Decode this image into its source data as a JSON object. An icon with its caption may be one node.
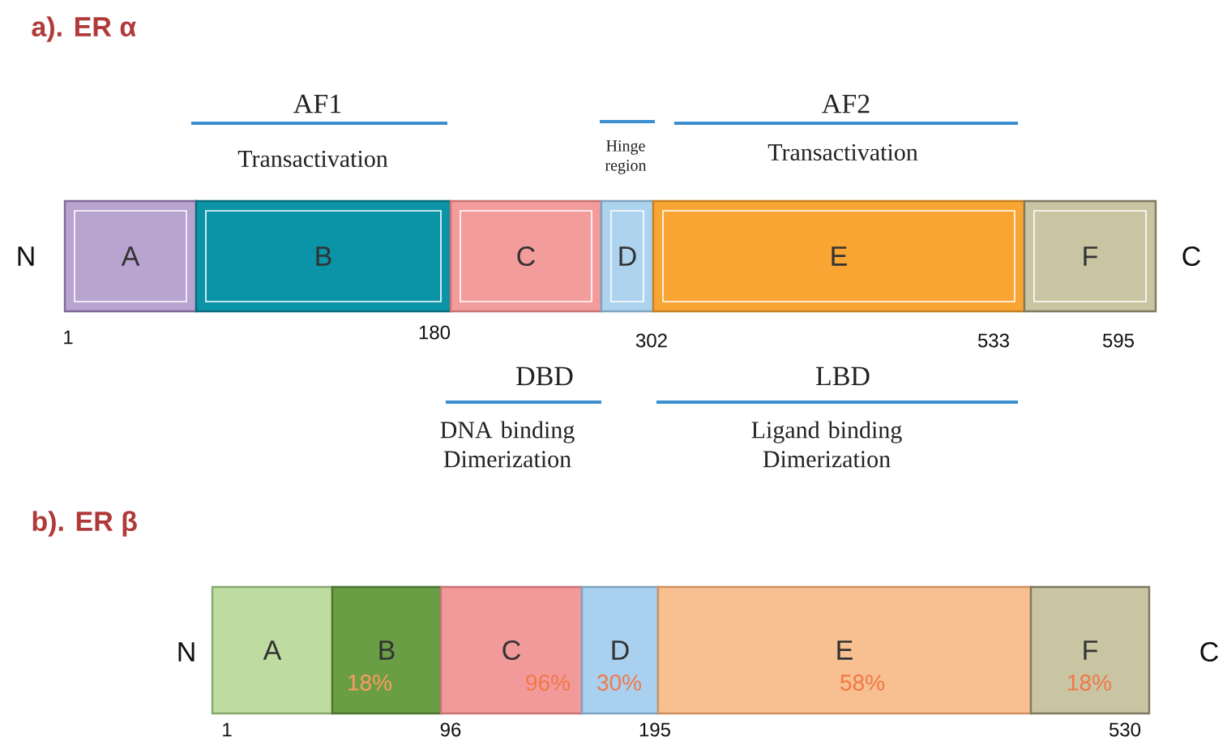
{
  "diagram": {
    "nodes": [
      {
        "text": [
          "A"
        ]
      },
      {
        "text": [
          "B"
        ]
      },
      {
        "text": [
          "C"
        ]
      },
      {
        "text": [
          "D"
        ]
      },
      {
        "text": [
          "E"
        ]
      },
      {
        "text": [
          "F"
        ]
      },
      {
        "text": [
          "A"
        ]
      },
      {
        "text": [
          "B"
        ]
      },
      {
        "text": [
          "C"
        ]
      },
      {
        "text": [
          "D"
        ]
      },
      {
        "text": [
          "E"
        ]
      },
      {
        "text": [
          "F"
        ]
      }
    ],
    "labels": [
      "a). ER α",
      "AF1",
      "AF2",
      "Transactivation",
      "Hinge region",
      "Transactivation",
      "N",
      "C",
      "1",
      "180",
      "302",
      "533",
      "595",
      "DBD",
      "LBD",
      "DNA binding Dimerization",
      "Ligand binding Dimerization",
      "b). ER β",
      "N",
      "C",
      "18%",
      "96%",
      "30%",
      "58%",
      "18%",
      "1",
      "96",
      "195",
      "530"
    ]
  }
}
